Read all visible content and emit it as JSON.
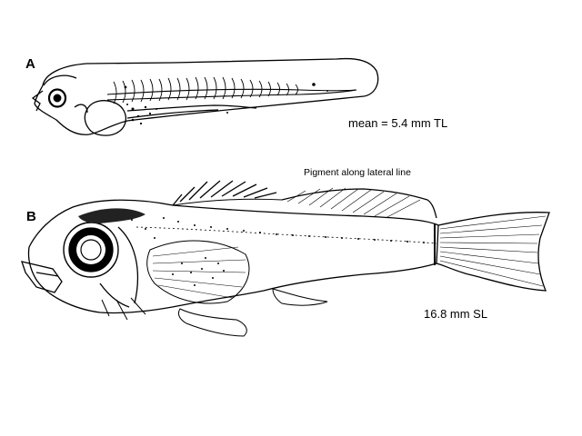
{
  "figure": {
    "panel_a": {
      "letter": "A",
      "caption": "mean = 5.4 mm TL"
    },
    "panel_b": {
      "letter": "B",
      "caption": "16.8 mm SL"
    },
    "annotation": "Pigment along lateral line"
  }
}
